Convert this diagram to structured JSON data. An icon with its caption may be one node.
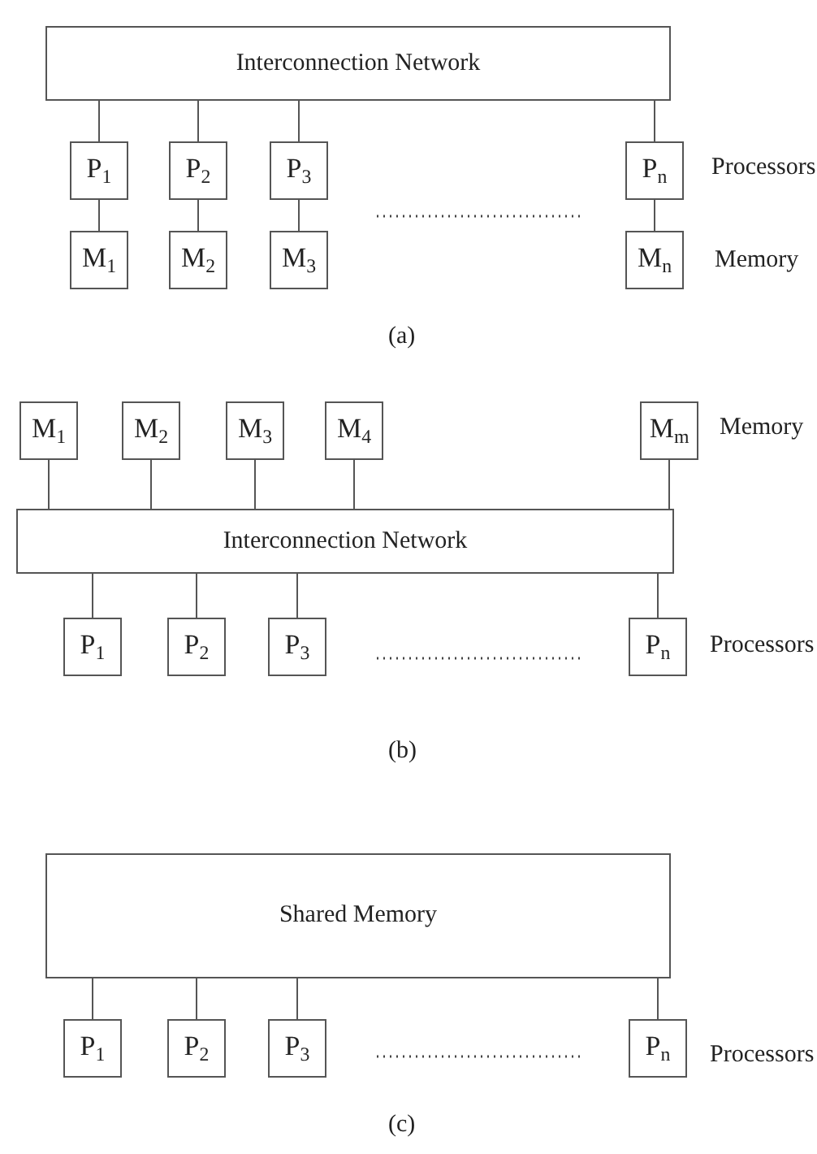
{
  "diagram": {
    "nodes": [
      {
        "text": [
          "Interconnection Network"
        ]
      },
      {
        "text": [
          "P$_{1}$"
        ]
      },
      {
        "text": [
          "P$_{2}$"
        ]
      },
      {
        "text": [
          "P$_{3}$"
        ]
      },
      {
        "text": [
          "P$_{n}$"
        ]
      },
      {
        "text": [
          "M$_{1}$"
        ]
      },
      {
        "text": [
          "M$_{2}$"
        ]
      },
      {
        "text": [
          "M$_{3}$"
        ]
      },
      {
        "text": [
          "M$_{n}$"
        ]
      },
      {
        "text": [
          "M$_{1}$"
        ]
      },
      {
        "text": [
          "M$_{2}$"
        ]
      },
      {
        "text": [
          "M$_{3}$"
        ]
      },
      {
        "text": [
          "M$_{4}$"
        ]
      },
      {
        "text": [
          "M$_{m}$"
        ]
      },
      {
        "text": [
          "Interconnection Network"
        ]
      },
      {
        "text": [
          "P$_{1}$"
        ]
      },
      {
        "text": [
          "P$_{2}$"
        ]
      },
      {
        "text": [
          "P$_{3}$"
        ]
      },
      {
        "text": [
          "P$_{n}$"
        ]
      },
      {
        "text": [
          "Shared Memory"
        ]
      },
      {
        "text": [
          "P$_{1}$"
        ]
      },
      {
        "text": [
          "P$_{2}$"
        ]
      },
      {
        "text": [
          "P$_{3}$"
        ]
      },
      {
        "text": [
          "P$_{n}$"
        ]
      }
    ],
    "edges": [
      {
        "from": 0,
        "to": 1,
        "arrow": "none"
      },
      {
        "from": 0,
        "to": 2,
        "arrow": "none"
      },
      {
        "from": 0,
        "to": 3,
        "arrow": "none"
      },
      {
        "from": 0,
        "to": 4,
        "arrow": "none"
      },
      {
        "from": 1,
        "to": 5,
        "arrow": "none"
      },
      {
        "from": 2,
        "to": 6,
        "arrow": "none"
      },
      {
        "from": 3,
        "to": 7,
        "arrow": "none"
      },
      {
        "from": 4,
        "to": 8,
        "arrow": "none"
      },
      {
        "from": 9,
        "to": 14,
        "arrow": "none"
      },
      {
        "from": 10,
        "to": 14,
        "arrow": "none"
      },
      {
        "from": 11,
        "to": 14,
        "arrow": "none"
      },
      {
        "from": 12,
        "to": 14,
        "arrow": "none"
      },
      {
        "from": 13,
        "to": 14,
        "arrow": "none"
      },
      {
        "from": 14,
        "to": 15,
        "arrow": "none"
      },
      {
        "from": 14,
        "to": 16,
        "arrow": "none"
      },
      {
        "from": 14,
        "to": 17,
        "arrow": "none"
      },
      {
        "from": 14,
        "to": 18,
        "arrow": "none"
      },
      {
        "from": 19,
        "to": 20,
        "arrow": "none"
      },
      {
        "from": 19,
        "to": 21,
        "arrow": "none"
      },
      {
        "from": 19,
        "to": 22,
        "arrow": "none"
      },
      {
        "from": 19,
        "to": 23,
        "arrow": "none"
      }
    ],
    "labels": [
      "Processors",
      "Memory",
      "(a)",
      "Memory",
      "Processors",
      "(b)",
      "Processors",
      "(c)"
    ]
  }
}
